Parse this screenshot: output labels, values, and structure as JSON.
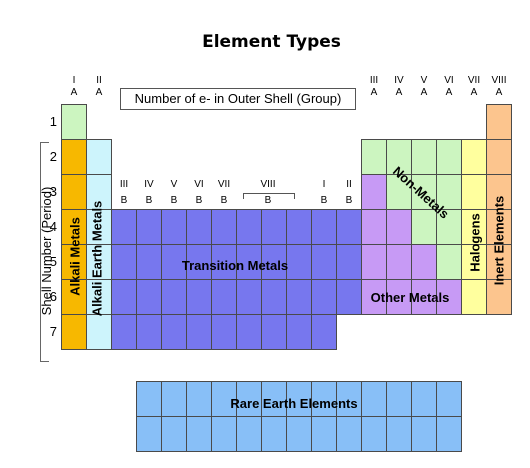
{
  "title": "Element Types",
  "group_box_label": "Number of e- in Outer Shell (Group)",
  "axis_label": "Shell Number (Period)",
  "periods": [
    "1",
    "2",
    "3",
    "4",
    "5",
    "6",
    "7"
  ],
  "group_labels_left": [
    {
      "roman": "I",
      "sub": "A"
    },
    {
      "roman": "II",
      "sub": "A"
    }
  ],
  "group_labels_right": [
    {
      "roman": "III",
      "sub": "A"
    },
    {
      "roman": "IV",
      "sub": "A"
    },
    {
      "roman": "V",
      "sub": "A"
    },
    {
      "roman": "VI",
      "sub": "A"
    },
    {
      "roman": "VII",
      "sub": "A"
    },
    {
      "roman": "VIII",
      "sub": "A"
    }
  ],
  "group_labels_b": [
    {
      "roman": "III",
      "sub": "B"
    },
    {
      "roman": "IV",
      "sub": "B"
    },
    {
      "roman": "V",
      "sub": "B"
    },
    {
      "roman": "VI",
      "sub": "B"
    },
    {
      "roman": "VII",
      "sub": "B"
    },
    {
      "roman": "VIII",
      "sub": "B"
    },
    {
      "roman": "I",
      "sub": "B"
    },
    {
      "roman": "II",
      "sub": "B"
    }
  ],
  "categories": {
    "alkali_metals": "Alkali Metals",
    "alkali_earth_metals": "Alkali Earth Metals",
    "transition_metals": "Transition Metals",
    "non_metals": "Non-Metals",
    "halogens": "Halogens",
    "inert_elements": "Inert Elements",
    "other_metals": "Other Metals",
    "rare_earth_elements": "Rare Earth Elements"
  },
  "colors": {
    "alkali_metals": "#f7b800",
    "alkali_earth_metals": "#cdf4fc",
    "transition_metals": "#7777ee",
    "non_metals": "#ccf5c0",
    "halogens": "#ffff9e",
    "inert_elements": "#fcc58e",
    "other_metals": "#c79af5",
    "rare_earth_elements": "#88bff7",
    "hydrogen": "#ccf5c0"
  }
}
